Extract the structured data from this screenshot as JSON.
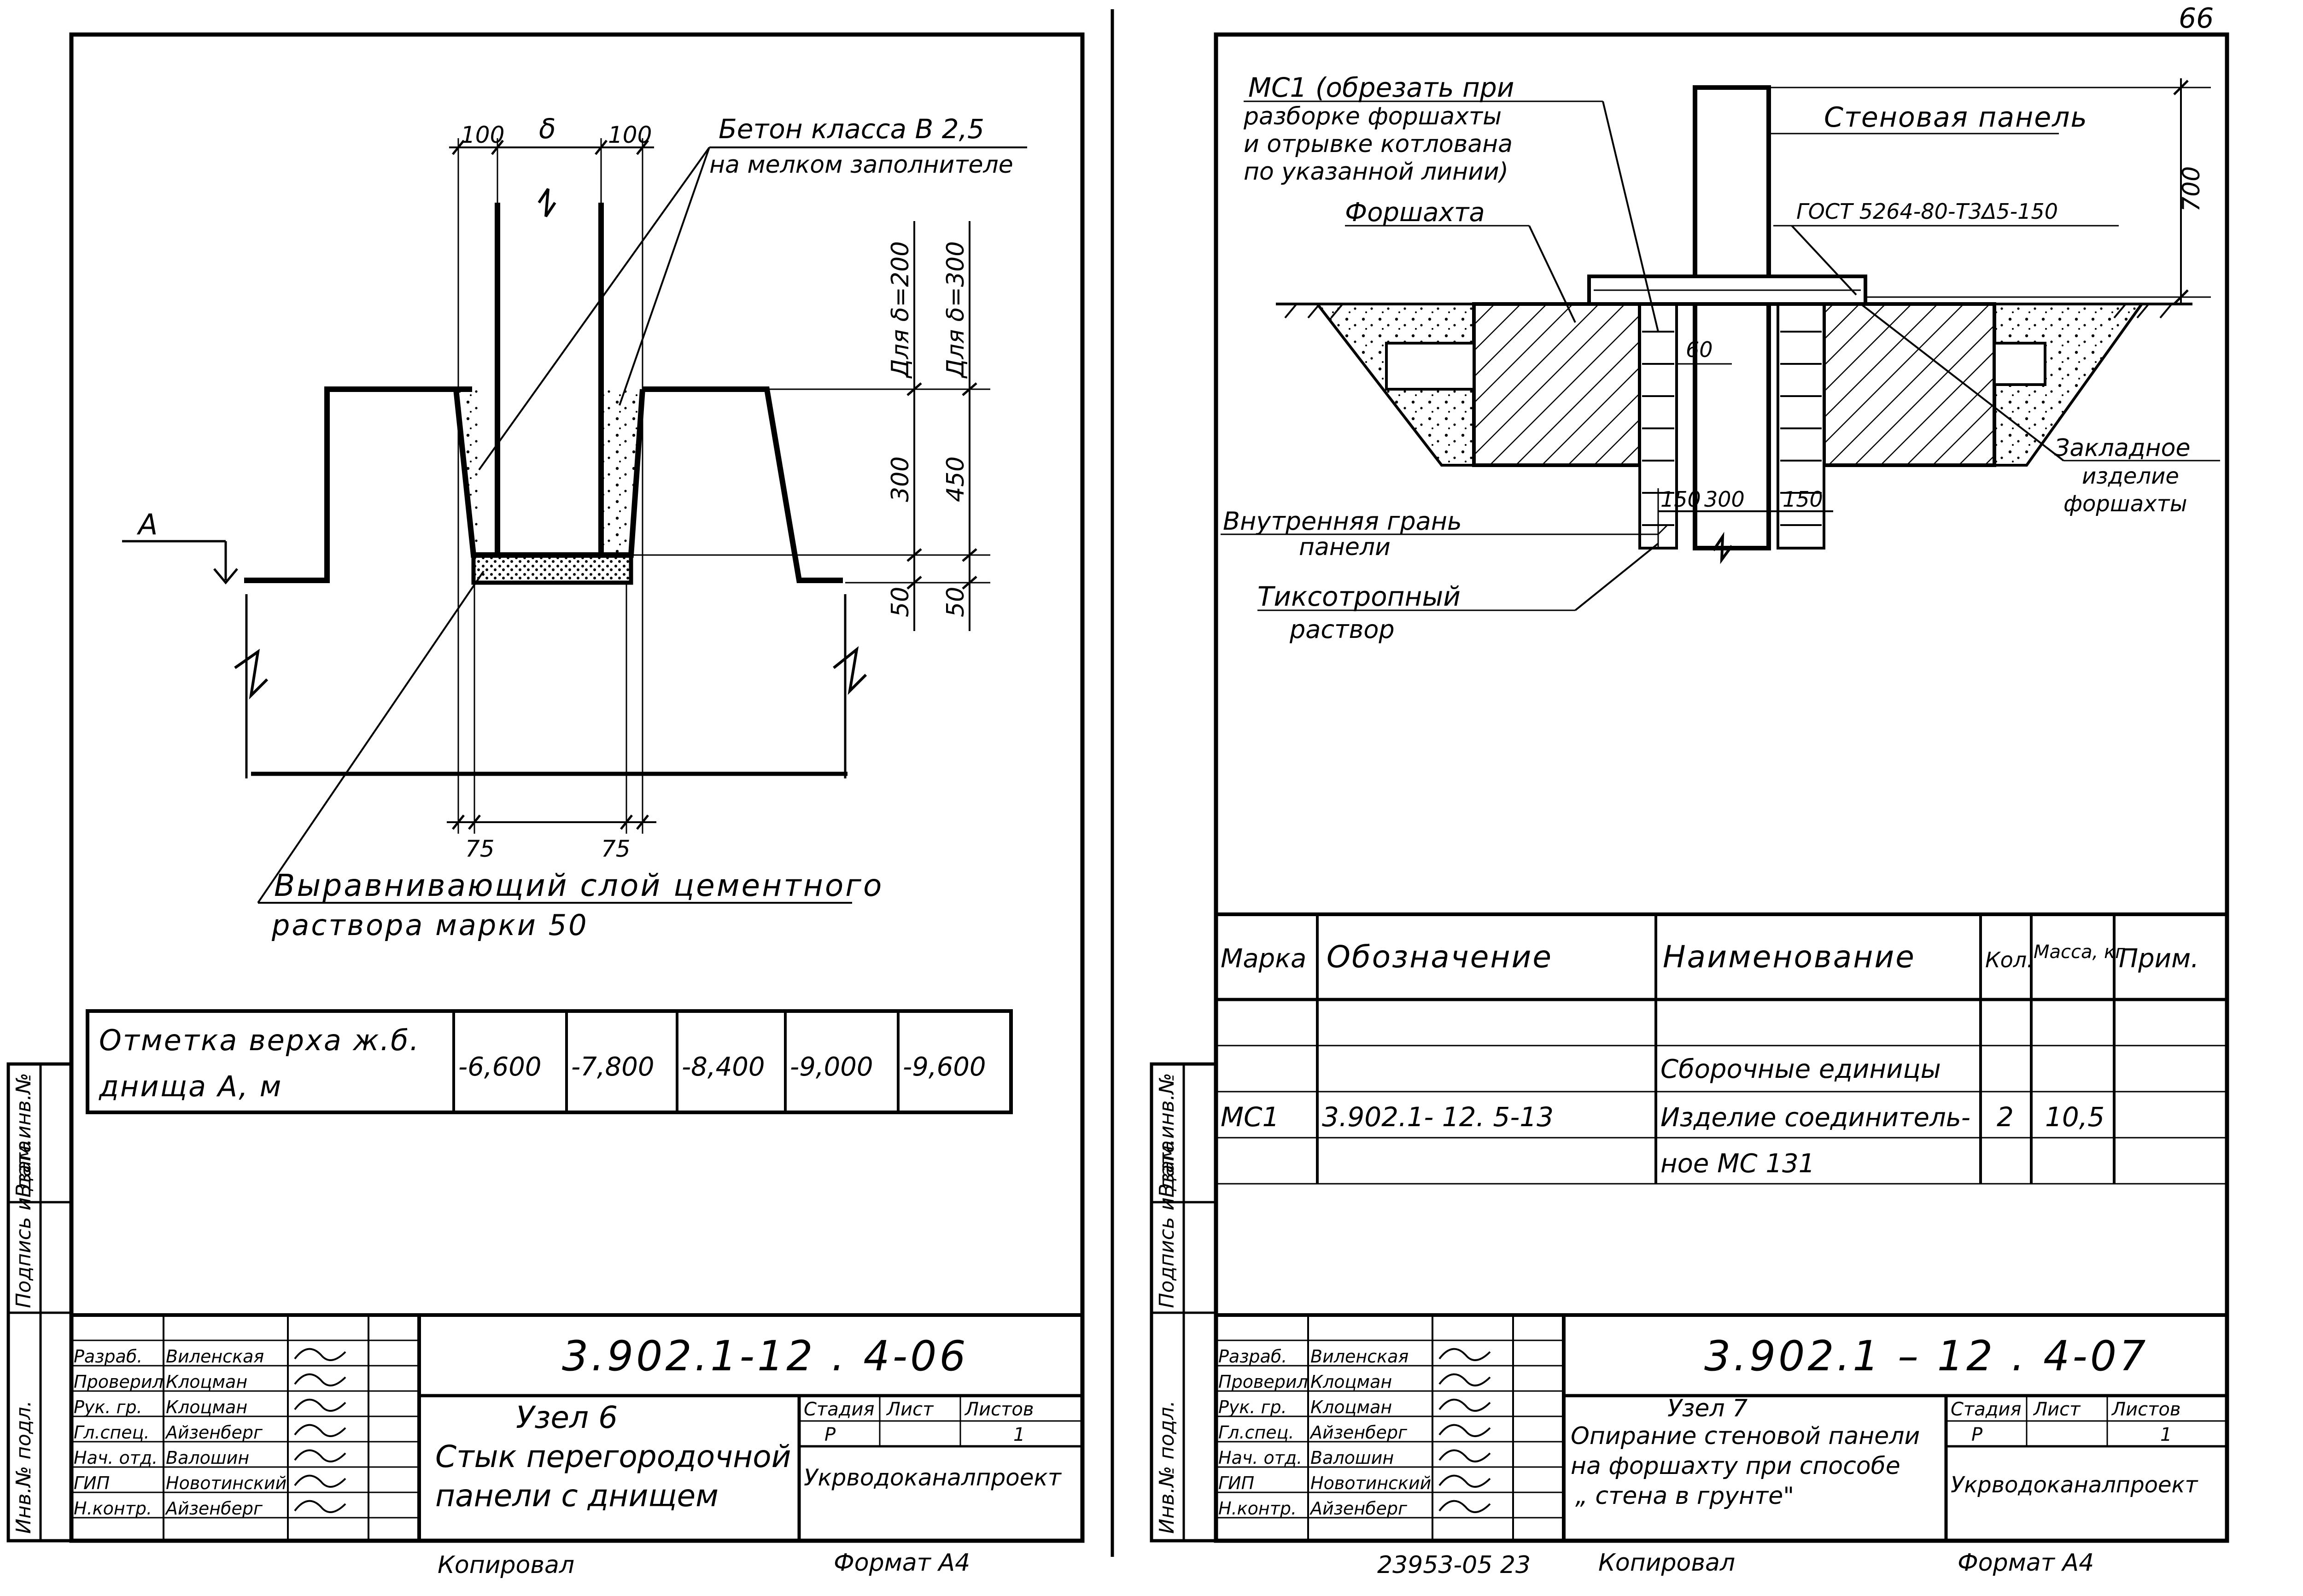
{
  "page_number": "66",
  "left_sheet": {
    "dims": {
      "top_left": "100",
      "top_mid": "δ",
      "top_right": "100",
      "bottom_left": "75",
      "bottom_right": "75",
      "v_300": "300",
      "v_50a": "50",
      "v_450": "450",
      "v_50b": "50",
      "note_200": "Для δ=200",
      "note_300": "Для δ=300"
    },
    "label_concrete": [
      "Бетон класса В 2,5",
      "на мелком заполнителе"
    ],
    "label_leveling": [
      "Выравнивающий слой цементного",
      "раствора марки 50"
    ],
    "marker_a": "А",
    "elevation_table": {
      "header": [
        "Отметка верха ж.б.",
        "днища  А, м"
      ],
      "values": [
        "-6,600",
        "-7,800",
        "-8,400",
        "-9,000",
        "-9,600"
      ]
    },
    "title_block": {
      "code": "3.902.1-12 . 4-06",
      "title": [
        "Узел 6",
        "Стык перегородочной",
        "панели с днищем"
      ],
      "stage_header": "Стадия",
      "sheet_header": "Лист",
      "sheets_header": "Листов",
      "stage": "Р",
      "sheets": "1",
      "org": "Укрводоканалпроект",
      "roles": [
        "Разраб.",
        "Проверил",
        "Рук. гр.",
        "Гл.спец.",
        "Нач. отд.",
        "ГИП",
        "Н.контр."
      ],
      "names": [
        "Виленская",
        "Клоцман",
        "Клоцман",
        "Айзенберг",
        "Валошин",
        "Новотинский",
        "Айзенберг"
      ],
      "copied": "Копировал",
      "format": "Формат А4"
    },
    "side_stamp": [
      "Инв.№ подл.",
      "Подпись и дата",
      "Взам.инв.№"
    ]
  },
  "right_sheet": {
    "labels": {
      "mc1": [
        "МС1 (обрезать при",
        "разборке форшахты",
        "и отрывке котлована",
        "по указанной линии)"
      ],
      "forshakhta": "Форшахта",
      "wall_panel": "Стеновая панель",
      "gost": "ГОСТ 5264-80-Т3Δ5-150",
      "dim_700": "700",
      "dim_60": "60",
      "dim_150a": "150",
      "dim_300": "300",
      "dim_150b": "150",
      "embedded": [
        "Закладное",
        "изделие",
        "форшахты"
      ],
      "inner_face": [
        "Внутренняя грань",
        "панели"
      ],
      "thixotropic": [
        "Тиксотропный",
        "раствор"
      ]
    },
    "spec_table": {
      "headers": [
        "Марка",
        "Обозначение",
        "Наименование",
        "Кол.",
        "Масса, кг",
        "Прим."
      ],
      "group": "Сборочные единицы",
      "row": {
        "mark": "МС1",
        "designation": "3.902.1- 12.   5-13",
        "name": [
          "Изделие соединитель-",
          "ное МС 131"
        ],
        "qty": "2",
        "mass": "10,5",
        "note": ""
      }
    },
    "title_block": {
      "code": "3.902.1 – 12 . 4-07",
      "title": [
        "Узел 7",
        "Опирание стеновой панели",
        "на форшахту при способе",
        "„ стена в грунте\""
      ],
      "stage_header": "Стадия",
      "sheet_header": "Лист",
      "sheets_header": "Листов",
      "stage": "Р",
      "sheets": "1",
      "org": "Укрводоканалпроект",
      "roles": [
        "Разраб.",
        "Проверил",
        "Рук. гр.",
        "Гл.спец.",
        "Нач. отд.",
        "ГИП",
        "Н.контр."
      ],
      "names": [
        "Виленская",
        "Клоцман",
        "Клоцман",
        "Айзенберг",
        "Валошин",
        "Новотинский",
        "Айзенберг"
      ],
      "copied": "Копировал",
      "format": "Формат А4",
      "archive_no": "23953-05 23"
    },
    "side_stamp": [
      "Инв.№ подл.",
      "Подпись и дата",
      "Взам.инв.№"
    ]
  }
}
